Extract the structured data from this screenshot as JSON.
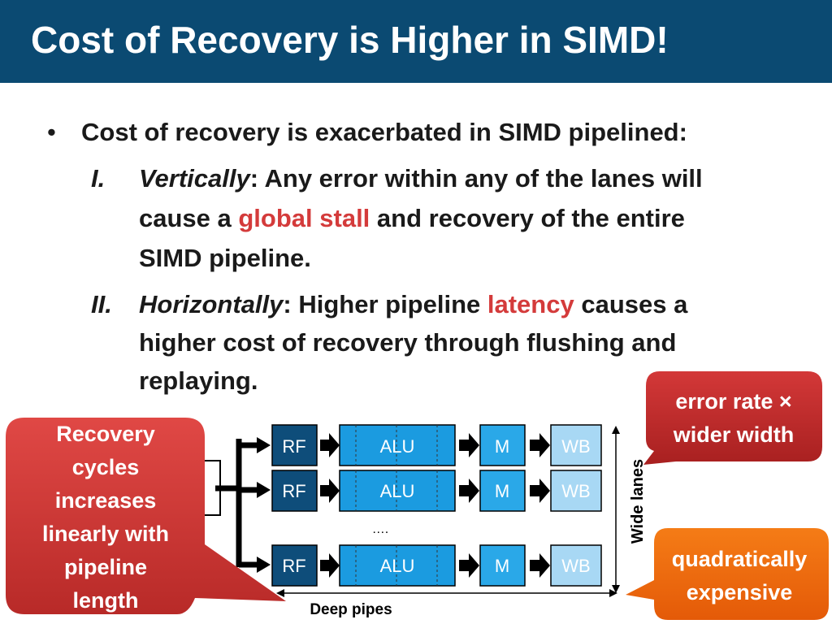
{
  "header": {
    "title": "Cost of Recovery is Higher in SIMD!"
  },
  "body": {
    "bullet": "Cost of recovery is exacerbated in SIMD pipelined:",
    "item1": {
      "numeral": "I.",
      "keyword": "Vertically",
      "line1_rest": ": Any error within any of the lanes will",
      "line2_pre": "cause a ",
      "line2_highlight": "global stall",
      "line2_post": " and recovery of the entire",
      "line3": "SIMD pipeline."
    },
    "item2": {
      "numeral": "II.",
      "keyword": "Horizontally",
      "line1_mid": ": Higher pipeline ",
      "line1_highlight": "latency",
      "line1_post": " causes a",
      "line2": "higher cost of recovery through flushing and",
      "line3": "replaying."
    }
  },
  "diagram": {
    "lanes": [
      {
        "stages": [
          "RF",
          "ALU",
          "M",
          "WB"
        ]
      },
      {
        "stages": [
          "RF",
          "ALU",
          "M",
          "WB"
        ]
      },
      {
        "stages": [
          "RF",
          "ALU",
          "M",
          "WB"
        ]
      }
    ],
    "ellipsis": "….",
    "wide_label": "Wide lanes",
    "deep_label": "Deep pipes",
    "colors": {
      "rf": "#0e4d7a",
      "alu": "#1b9be0",
      "m": "#2aa8e8",
      "wb": "#a8d8f4"
    }
  },
  "callouts": {
    "recovery": {
      "lines": [
        "Recovery",
        "cycles",
        "increases",
        "linearly with",
        "pipeline",
        "length"
      ],
      "color": "#d23a36"
    },
    "error_rate": {
      "lines": [
        "error rate ×",
        "wider width"
      ],
      "color": "#c62e2e"
    },
    "quadratic": {
      "lines": [
        "quadratically",
        "expensive"
      ],
      "color": "#ee6a10"
    }
  }
}
